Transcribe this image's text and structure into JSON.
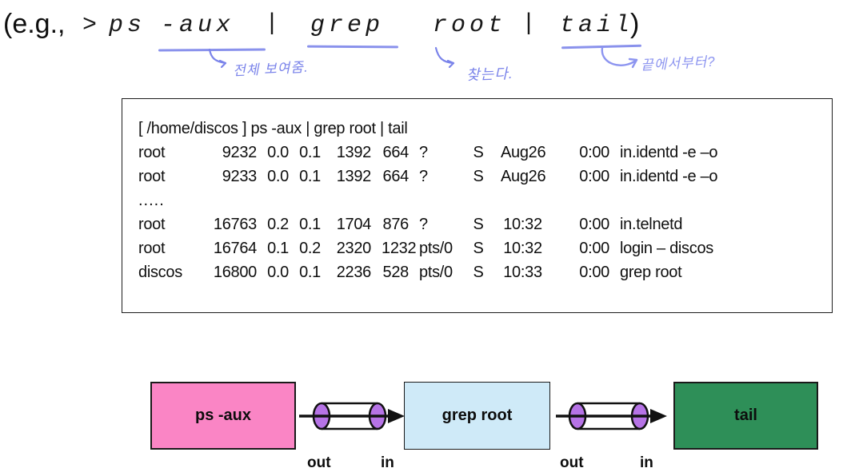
{
  "title": {
    "prefix": "(e.g.,",
    "tokens": {
      "gt": ">",
      "ps": "ps",
      "aux": "-aux",
      "pipe1": "|",
      "grep": "grep",
      "root": "root",
      "pipe2": "|",
      "tail": "tail"
    },
    "suffix": ")"
  },
  "annotations": {
    "aux_note": "전체 보여줌.",
    "grep_note": "찾는다.",
    "tail_note": "끝에서부터?"
  },
  "terminal": {
    "prompt_line": "[ /home/discos ] ps -aux | grep root | tail",
    "ellipsis": ".....",
    "rows_top": [
      [
        "root",
        "9232",
        "0.0",
        "0.1",
        "1392",
        "664",
        "?",
        "S",
        "Aug26",
        "0:00",
        "in.identd -e –o"
      ],
      [
        "root",
        "9233",
        "0.0",
        "0.1",
        "1392",
        "664",
        "?",
        "S",
        "Aug26",
        "0:00",
        "in.identd -e –o"
      ]
    ],
    "rows_bottom": [
      [
        "root",
        "16763",
        "0.2",
        "0.1",
        "1704",
        "876",
        "?",
        "S",
        "10:32",
        "0:00",
        "in.telnetd"
      ],
      [
        "root",
        "16764",
        "0.1",
        "0.2",
        "2320",
        "1232",
        "pts/0",
        "S",
        "10:32",
        "0:00",
        "login – discos"
      ],
      [
        "discos",
        "16800",
        "0.0",
        "0.1",
        "2236",
        "528",
        "pts/0",
        "S",
        "10:33",
        "0:00",
        "grep root"
      ]
    ]
  },
  "diagram": {
    "boxes": [
      {
        "label": "ps -aux",
        "fill": "#fa85c5"
      },
      {
        "label": "grep root",
        "fill": "#cfeaf8"
      },
      {
        "label": "tail",
        "fill": "#2e8f58"
      }
    ],
    "pipe_labels": {
      "out": "out",
      "in": "in"
    }
  },
  "colors": {
    "handwriting": "#7b84ea",
    "handwriting_light": "#8d95f0",
    "underline": "#8a92ec",
    "pipe_purple": "#b673e6",
    "box_pink": "#fa85c5",
    "box_blue": "#cfeaf8",
    "box_green": "#2e8f58"
  }
}
